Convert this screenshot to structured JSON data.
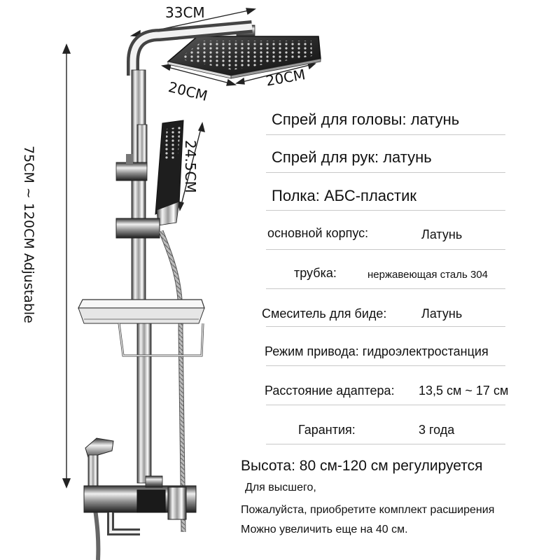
{
  "dimensions": {
    "width_top": "33CM",
    "depth": "20CM",
    "width_head": "20CM",
    "handheld_length": "24.5CM",
    "height_range": "75CM ~ 120CM Adjustable"
  },
  "specs": {
    "head_spray": "Спрей для головы: латунь",
    "hand_spray": "Спрей для рук: латунь",
    "shelf": "Полка: АБС-пластик",
    "body_label": "основной корпус:",
    "body_value": "Латунь",
    "tube_label": "трубка:",
    "tube_value": "нержавеющая сталь 304",
    "bidet_label": "Смеситель для биде:",
    "bidet_value": "Латунь",
    "drive_mode": "Режим привода: гидроэлектростанция",
    "adapter_label": "Расстояние адаптера:",
    "adapter_value": "13,5 см ~ 17 см",
    "warranty_label": "Гарантия:",
    "warranty_value": "3 года"
  },
  "notes": {
    "height": "Высота: 80 см-120 см регулируется",
    "line1": "Для высшего,",
    "line2": "Пожалуйста, приобретите комплект расширения",
    "line3": "Можно увеличить еще на 40 см."
  }
}
